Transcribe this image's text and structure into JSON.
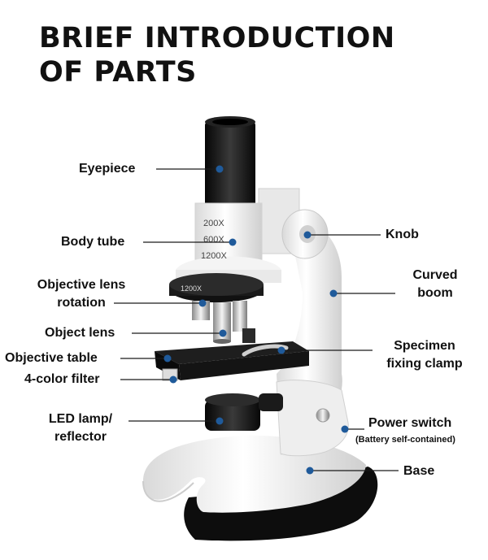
{
  "title": {
    "line1": "BRIEF INTRODUCTION",
    "line2": "OF PARTS"
  },
  "labels": {
    "eyepiece": "Eyepiece",
    "body_tube": "Body tube",
    "objective_rotation_1": "Objective lens",
    "objective_rotation_2": "rotation",
    "object_lens": "Object lens",
    "objective_table": "Objective table",
    "filter": "4-color filter",
    "led_1": "LED lamp/",
    "led_2": "reflector",
    "knob": "Knob",
    "curved_1": "Curved",
    "curved_2": "boom",
    "specimen_1": "Specimen",
    "specimen_2": "fixing clamp",
    "power": "Power switch",
    "power_note": "(Battery self-contained)",
    "base": "Base"
  },
  "tube_marks": [
    "200X",
    "600X",
    "1200X"
  ],
  "turret_mark": "1200X",
  "colors": {
    "dot": "#1f5a9a",
    "body": "#f2f2f2",
    "dark": "#111111"
  }
}
